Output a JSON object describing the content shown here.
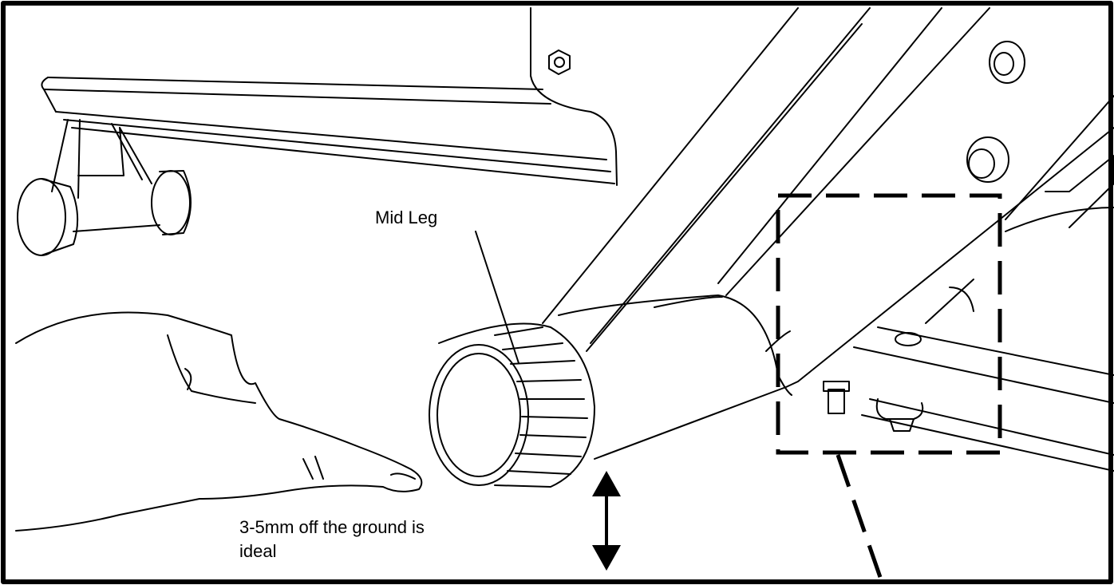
{
  "labels": {
    "mid_leg": "Mid Leg",
    "ground_line1": "3-5mm off the ground is",
    "ground_line2": "ideal"
  },
  "colors": {
    "ink": "#000000",
    "paper": "#ffffff"
  },
  "icons": {
    "height_arrow": "double-headed-vertical-arrow",
    "detail_box": "dashed-callout-box"
  }
}
